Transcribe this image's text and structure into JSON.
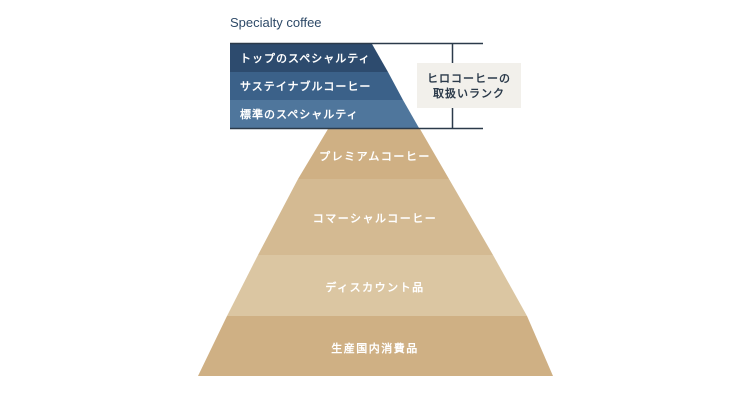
{
  "title": "Specialty coffee",
  "specialty_rows": [
    {
      "label": "トップのスペシャルティ",
      "color": "#2d4b6e"
    },
    {
      "label": "サステイナブルコーヒー",
      "color": "#3b6189"
    },
    {
      "label": "標準のスペシャルティ",
      "color": "#4f769c"
    }
  ],
  "side_label": {
    "line1": "ヒロコーヒーの",
    "line2": "取扱いランク",
    "background": "#f2f0eb"
  },
  "pyramid_tiers": [
    {
      "label": "プレミアムコーヒー",
      "color": "#cfb084"
    },
    {
      "label": "コマーシャルコーヒー",
      "color": "#d4ba92"
    },
    {
      "label": "ディスカウント品",
      "color": "#dbc6a2"
    },
    {
      "label": "生産国内消費品",
      "color": "#cfb084"
    }
  ],
  "colors": {
    "line": "#2b3a4a",
    "title": "#2e4a68"
  }
}
